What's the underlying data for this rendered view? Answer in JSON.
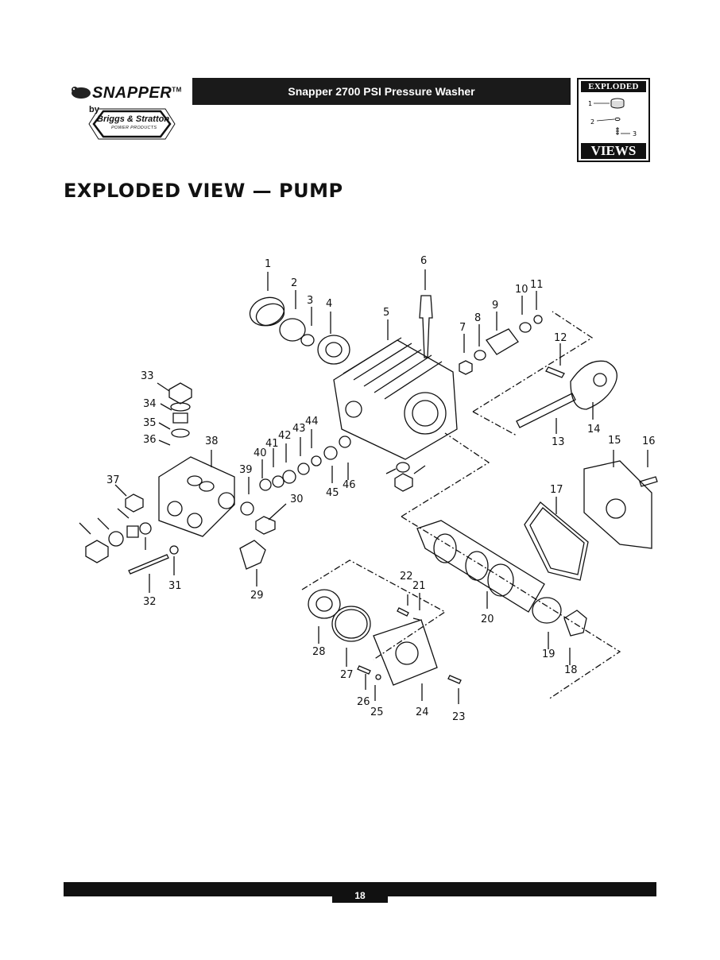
{
  "brand": {
    "logo_text": "SNAPPER",
    "by": "by",
    "maker": "Briggs & Stratton",
    "maker_sub": "POWER PRODUCTS"
  },
  "header": {
    "title": "Snapper 2700 PSI Pressure Washer"
  },
  "badge": {
    "top": "EXPLODED",
    "bottom": "VIEWS",
    "callouts": [
      "1",
      "2",
      "3"
    ]
  },
  "page_title": "EXPLODED VIEW — PUMP",
  "callouts": [
    "1",
    "2",
    "3",
    "4",
    "5",
    "6",
    "7",
    "8",
    "9",
    "10",
    "11",
    "12",
    "13",
    "14",
    "15",
    "16",
    "17",
    "18",
    "19",
    "20",
    "21",
    "22",
    "23",
    "24",
    "25",
    "26",
    "27",
    "28",
    "29",
    "30",
    "31",
    "32",
    "33",
    "34",
    "35",
    "36",
    "37",
    "38",
    "39",
    "40",
    "41",
    "42",
    "43",
    "44",
    "45",
    "46"
  ],
  "page_number": "18"
}
